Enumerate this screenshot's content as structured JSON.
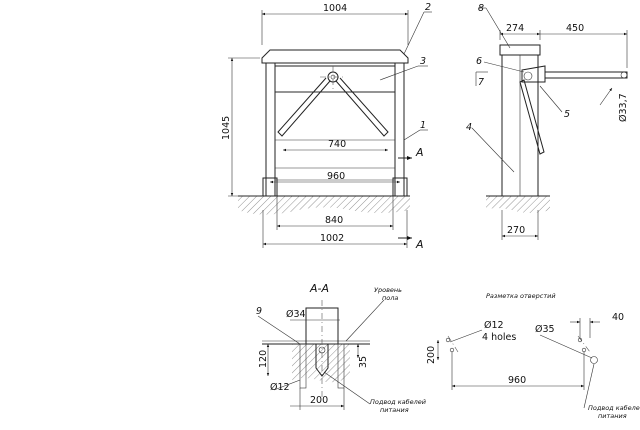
{
  "front_view": {
    "dims": {
      "top_width": "1004",
      "height": "1045",
      "inner_740": "740",
      "inner_960": "960",
      "base_840": "840",
      "base_1002": "1002"
    },
    "callouts": {
      "n1": "1",
      "n2": "2",
      "n3": "3"
    },
    "section_marks": {
      "top": "A",
      "bottom": "A"
    }
  },
  "side_view": {
    "dims": {
      "depth_274": "274",
      "arm_450": "450",
      "base_270": "270",
      "dia_33_7": "Ø33,7"
    },
    "callouts": {
      "n4": "4",
      "n5": "5",
      "n6": "6",
      "n7": "7",
      "n8": "8"
    }
  },
  "section_aa": {
    "title": "A-A",
    "dims": {
      "d34": "Ø34",
      "d12": "Ø12",
      "h120": "120",
      "h35": "35",
      "w200": "200"
    },
    "callouts": {
      "n9": "9"
    },
    "notes": {
      "floor_level_line1": "Уровень",
      "floor_level_line2": "пола",
      "cable_line1": "Подвод кабелей",
      "cable_line2": "питания"
    }
  },
  "hole_layout": {
    "title": "Разметка отверстий",
    "dims": {
      "d12": "Ø12",
      "holes": "4 holes",
      "d35": "Ø35",
      "h200": "200",
      "w960": "960",
      "w40": "40"
    },
    "notes": {
      "cable_line1": "Подвод кабелей",
      "cable_line2": "питания"
    }
  }
}
